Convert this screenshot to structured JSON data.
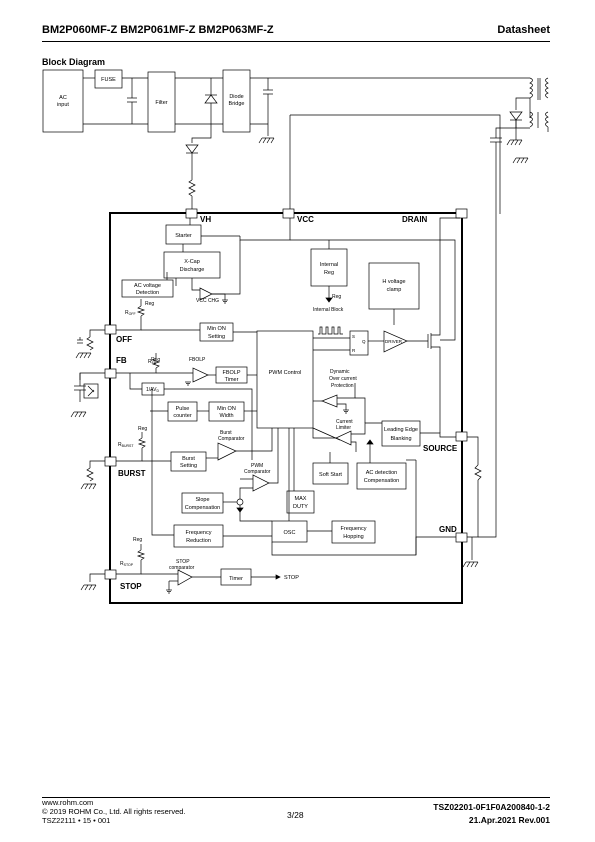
{
  "header": {
    "part_numbers": "BM2P060MF-Z   BM2P061MF-Z   BM2P063MF-Z",
    "doc_type": "Datasheet"
  },
  "section_title": "Block Diagram",
  "diagram": {
    "external": {
      "ac_input": [
        "AC",
        "input"
      ],
      "fuse": "FUSE",
      "filter": "Filter",
      "diode_bridge": [
        "Diode",
        "Bridge"
      ]
    },
    "pins": {
      "vh": "VH",
      "vcc": "VCC",
      "drain": "DRAIN",
      "off": "OFF",
      "fb": "FB",
      "burst": "BURST",
      "stop": "STOP",
      "source": "SOURCE",
      "gnd": "GND"
    },
    "blocks": {
      "starter": "Starter",
      "xcap": [
        "X-Cap",
        "Discharge"
      ],
      "ac_voltage": [
        "AC voltage",
        "Detection"
      ],
      "vcc_chg": "VCC CHG",
      "internal_reg": [
        "Internal",
        "Reg"
      ],
      "internal_block": "Internal Block",
      "h_voltage_clamp": [
        "H voltage",
        "clamp"
      ],
      "min_on_setting": [
        "Min ON",
        "Setting"
      ],
      "pwm_control": "PWM Control",
      "driver": "DRIVER",
      "fbolp_label": "FBOLP",
      "fbolp_timer": [
        "FBOLP",
        "Timer"
      ],
      "one_over_av": "1/AV",
      "av_sub": "D",
      "pulse_counter": [
        "Pulse",
        "counter"
      ],
      "min_on_width": [
        "Min ON",
        "Width"
      ],
      "burst_comparator": [
        "Burst",
        "Comparator"
      ],
      "burst_setting": [
        "Burst",
        "Setting"
      ],
      "pwm_comparator": [
        "PWM",
        "Comparator"
      ],
      "slope_comp": [
        "Slope",
        "Compensation"
      ],
      "max_duty": [
        "MAX",
        "DUTY"
      ],
      "freq_reduction": [
        "Frequency",
        "Reduction"
      ],
      "osc": "OSC",
      "freq_hopping": [
        "Frequency",
        "Hopping"
      ],
      "dynamic_ocp": [
        "Dynamic",
        "Over current",
        "Protection"
      ],
      "current_limiter": [
        "Current",
        "Limiter"
      ],
      "soft_start": "Soft Start",
      "ac_detection_comp": [
        "AC detection",
        "Compensation"
      ],
      "leading_edge": [
        "Leading Edge",
        "Blanking"
      ],
      "stop_comparator": [
        "STOP",
        "comparator"
      ],
      "timer": "Timer",
      "stop_out": "STOP",
      "reg": "Reg",
      "r_off": "R",
      "r_off_sub": "OFF",
      "r_fb": "R",
      "r_fb_sub": "FB",
      "r_burst": "R",
      "r_burst_sub": "BURST",
      "r_stop": "R",
      "r_stop_sub": "STOP",
      "sr_s": "S",
      "sr_r": "R",
      "sr_q": "Q"
    }
  },
  "footer": {
    "website": "www.rohm.com",
    "copyright": "© 2019 ROHM Co., Ltd. All rights reserved.",
    "code": "TSZ22111 • 15 • 001",
    "page": "3/28",
    "doc_number": "TSZ02201-0F1F0A200840-1-2",
    "date_rev": "21.Apr.2021 Rev.001"
  }
}
